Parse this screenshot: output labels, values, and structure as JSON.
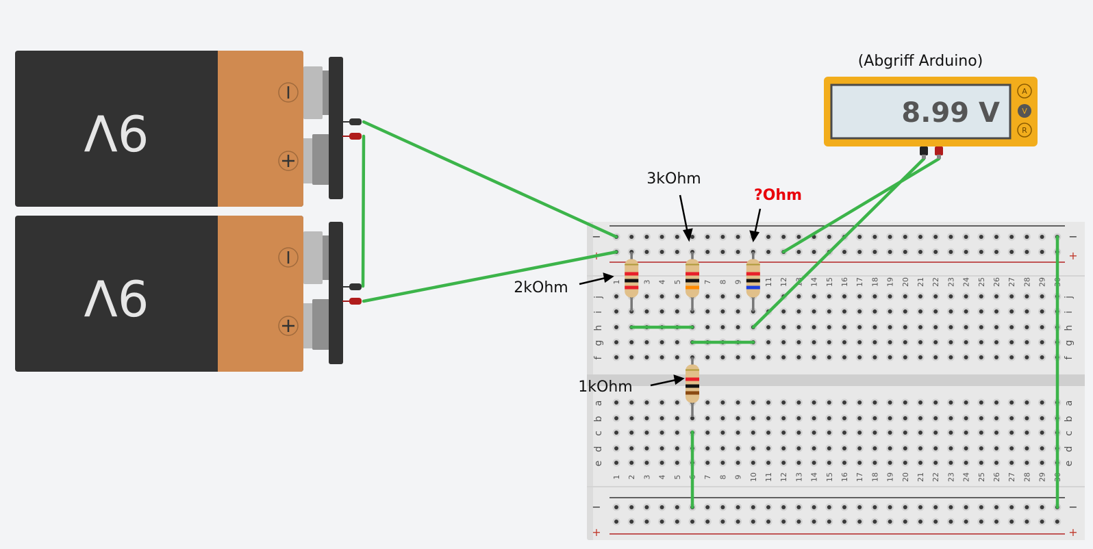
{
  "batteries": [
    {
      "label": "9V",
      "minus_symbol": "−",
      "plus_symbol": "+"
    },
    {
      "label": "9V",
      "minus_symbol": "−",
      "plus_symbol": "+"
    }
  ],
  "multimeter": {
    "caption": "(Abgriff Arduino)",
    "reading": "8.99 V",
    "modes": [
      "A",
      "V",
      "R"
    ],
    "active_mode": "V",
    "body_color": "#f2ad1c"
  },
  "breadboard": {
    "columns": [
      "1",
      "2",
      "3",
      "4",
      "5",
      "6",
      "7",
      "8",
      "9",
      "10",
      "11",
      "12",
      "13",
      "14",
      "15",
      "16",
      "17",
      "18",
      "19",
      "20",
      "21",
      "22",
      "23",
      "24",
      "25",
      "26",
      "27",
      "28",
      "29",
      "30"
    ],
    "upper_rows": [
      "j",
      "i",
      "h",
      "g",
      "f"
    ],
    "lower_rows": [
      "e",
      "d",
      "c",
      "b",
      "a"
    ],
    "rail_minus": "−",
    "rail_plus": "+"
  },
  "resistors": [
    {
      "label": "2kOhm",
      "bands": [
        "#e8202a",
        "#111111",
        "#e8202a"
      ]
    },
    {
      "label": "3kOhm",
      "bands": [
        "#e8202a",
        "#111111",
        "#ff8a00"
      ]
    },
    {
      "label": "?Ohm",
      "bands": [
        "#e8202a",
        "#111111",
        "#1c3fe0"
      ]
    },
    {
      "label": "1kOhm",
      "bands": [
        "#e8202a",
        "#111111",
        "#8a4a12"
      ]
    }
  ],
  "colors": {
    "wire": "#3cb44a",
    "battery_orange": "#d08a50",
    "battery_dark": "#323232"
  }
}
